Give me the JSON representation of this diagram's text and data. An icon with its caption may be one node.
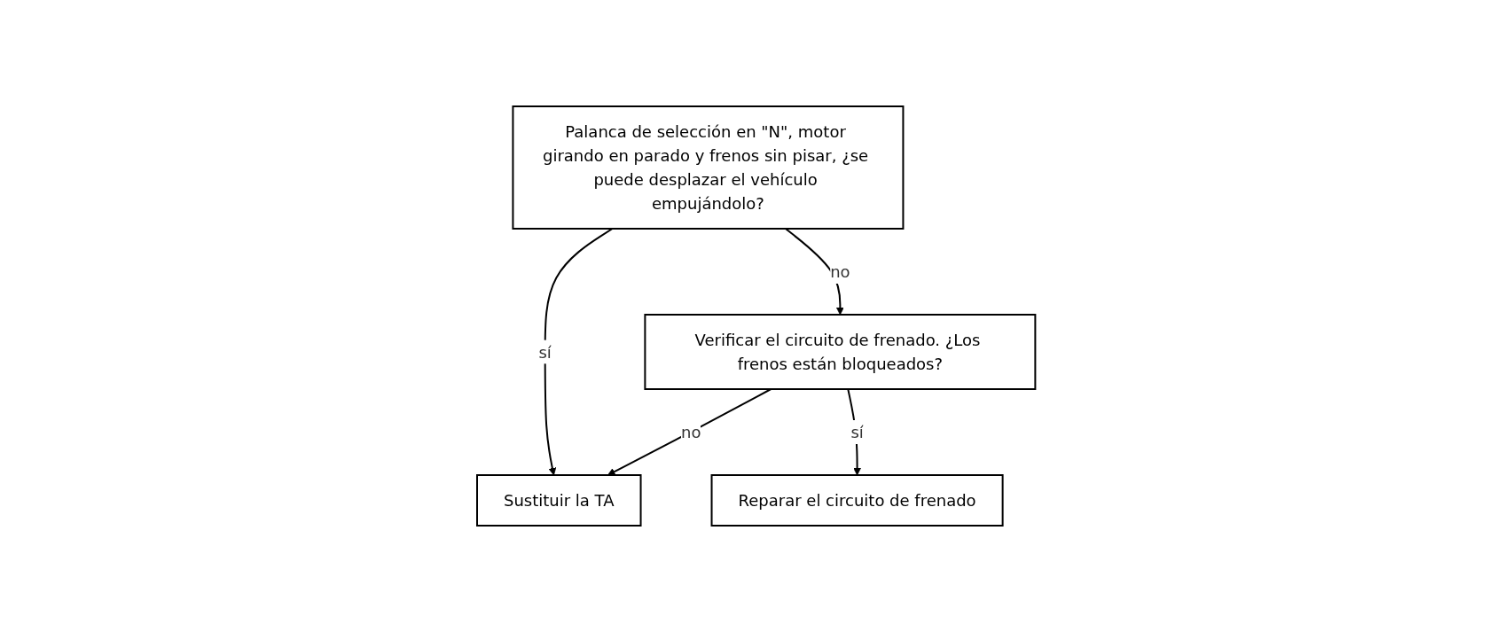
{
  "diagram": {
    "nodes": [
      {
        "text": [
          "Palanca de selección en \"N\", motor girando en parado y frenos sin pisar, ¿se puede desplazar el vehículo empujándolo?"
        ]
      },
      {
        "text": [
          "Sustituir la TA"
        ]
      },
      {
        "text": [
          "Verificar el circuito de frenado. ¿Los frenos están bloqueados?"
        ]
      },
      {
        "text": [
          "Reparar el circuito de frenado"
        ]
      }
    ],
    "edges": [
      {
        "from": 0,
        "to": 1,
        "arrow": "to",
        "label": "sí"
      },
      {
        "from": 0,
        "to": 2,
        "arrow": "to",
        "label": "no"
      },
      {
        "from": 2,
        "to": 1,
        "arrow": "to",
        "label": "no"
      },
      {
        "from": 2,
        "to": 3,
        "arrow": "to",
        "label": "sí"
      }
    ]
  }
}
